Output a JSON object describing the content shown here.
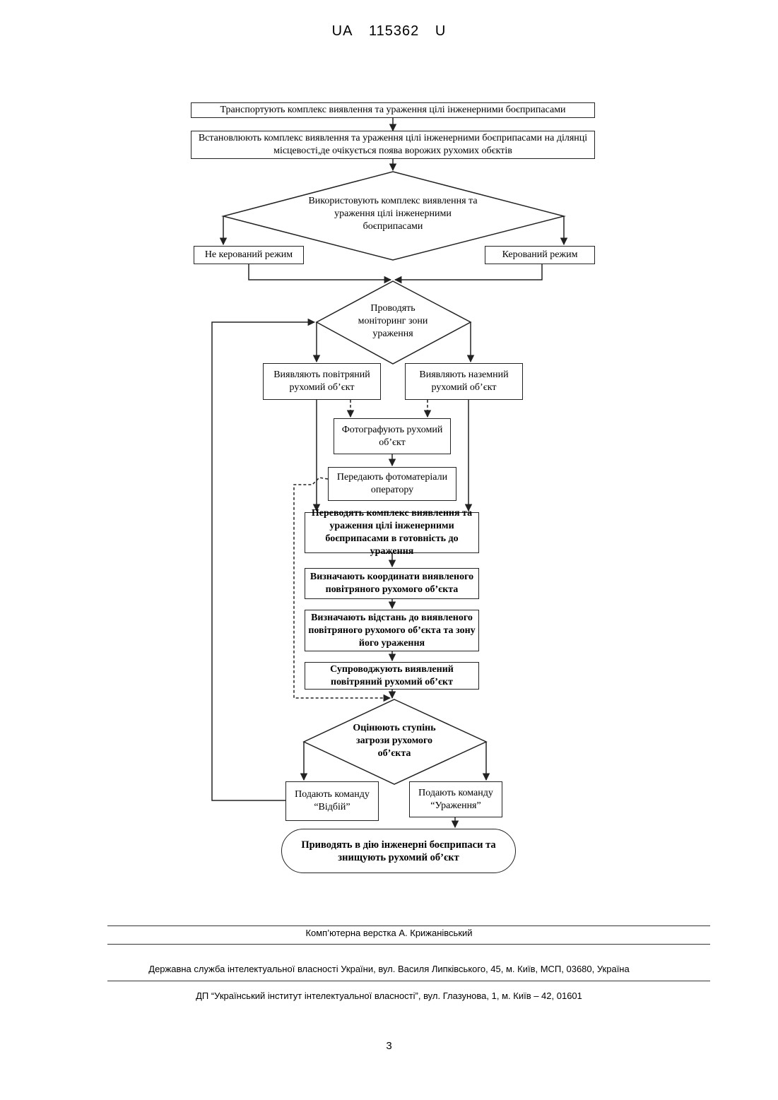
{
  "header": {
    "country": "UA",
    "number": "115362",
    "kind": "U"
  },
  "flowchart": {
    "transport": "Транспортують комплекс виявлення та ураження цілі інженерними боєприпасами",
    "install": "Встановлюють комплекс виявлення та ураження цілі інженерними боєприпасами на ділянці місцевості,де очікується поява ворожих рухомих обєктів",
    "use": "Використовують комплекс виявлення та ураження цілі інженерними боєприпасами",
    "uncontrolled": "Не керований режим",
    "controlled": "Керований режим",
    "monitor": "Проводять моніторинг зони ураження",
    "detect_air": "Виявляють повітряний рухомий об’єкт",
    "detect_ground": "Виявляють наземний рухомий об’єкт",
    "photo": "Фотографують рухомий об’єкт",
    "transmit": "Передають фотоматеріали оператору",
    "ready": "Переводять комплекс виявлення та ураження цілі інженерними боєприпасами в готовність до ураження",
    "coords": "Визначають координати виявленого повітряного рухомого об’єкта",
    "distance": "Визначають відстань до виявленого повітряного рухомого об’єкта та зону його ураження",
    "track": "Супроводжують виявлений повітряний рухомий об’єкт",
    "assess": "Оцінюють ступінь загрози рухомого об’єкта",
    "cmd_cancel": "Подають команду “Відбій”",
    "cmd_strike": "Подають команду “Ураження”",
    "final": "Приводять в дію інженерні боєприпаси та знищують рухомий об’єкт"
  },
  "footer": {
    "layout": "Комп’ютерна верстка А. Крижанівський",
    "agency": "Державна служба інтелектуальної власності України, вул. Василя Липківського, 45, м. Київ, МСП, 03680, Україна",
    "institute": "ДП “Український інститут інтелектуальної власності”, вул. Глазунова, 1, м. Київ – 42, 01601"
  },
  "page_number": "3"
}
